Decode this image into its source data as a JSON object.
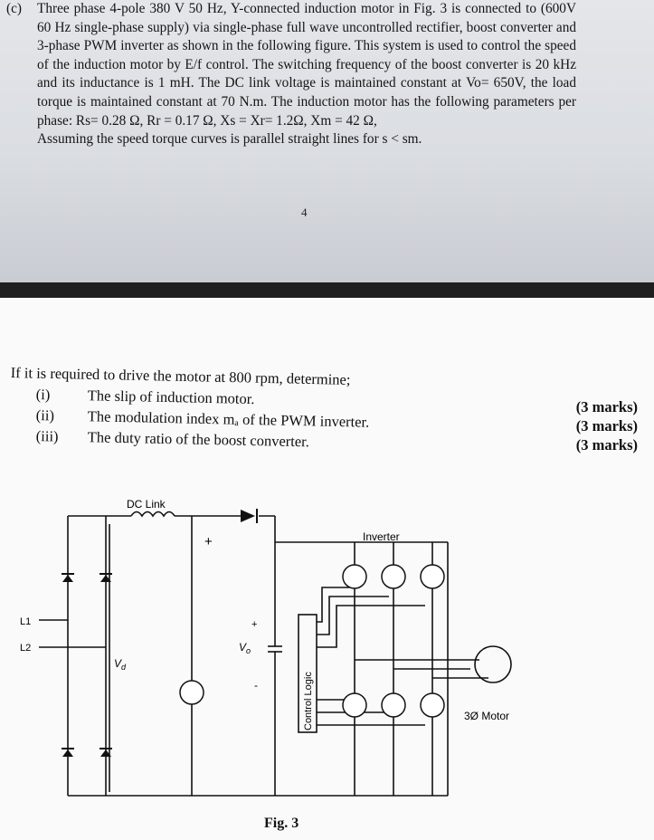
{
  "top": {
    "label": "(c)",
    "paragraph": "Three phase 4-pole 380 V 50 Hz, Y-connected induction motor in Fig. 3 is connected to (600V 60 Hz single-phase supply) via single-phase full wave uncontrolled rectifier, boost converter and 3-phase PWM inverter as shown in the following figure. This system is used to control the speed of the induction motor by E/f control. The switching frequency of the boost converter is 20 kHz and its inductance is 1 mH. The DC link voltage is maintained constant at Vo= 650V, the load torque is maintained constant at 70 N.m. The induction motor has the following parameters per phase: Rs= 0.28 Ω, Rr = 0.17 Ω, Xs = Xr= 1.2Ω, Xm = 42 Ω,",
    "assumption": "Assuming the speed torque curves is parallel straight lines for s < sm.",
    "page_number": "4"
  },
  "question": {
    "intro": "If it is required to drive the motor at 800 rpm, determine;",
    "items": [
      {
        "num": "(i)",
        "text": "The slip of induction motor.",
        "marks": "(3 marks)"
      },
      {
        "num": "(ii)",
        "text": "The modulation index mₐ of the PWM inverter.",
        "marks": "(3 marks)"
      },
      {
        "num": "(iii)",
        "text": "The duty ratio of the boost converter.",
        "marks": "(3 marks)"
      }
    ]
  },
  "figure": {
    "dc_link": "DC Link",
    "inverter": "Inverter",
    "l1": "L1",
    "l2": "L2",
    "vd": "V",
    "vd_sub": "d",
    "vo": "V",
    "vo_sub": "o",
    "plus": "+",
    "minus": "-",
    "control_logic": "Control Logic",
    "motor": "3Ø Motor",
    "caption": "Fig. 3"
  }
}
